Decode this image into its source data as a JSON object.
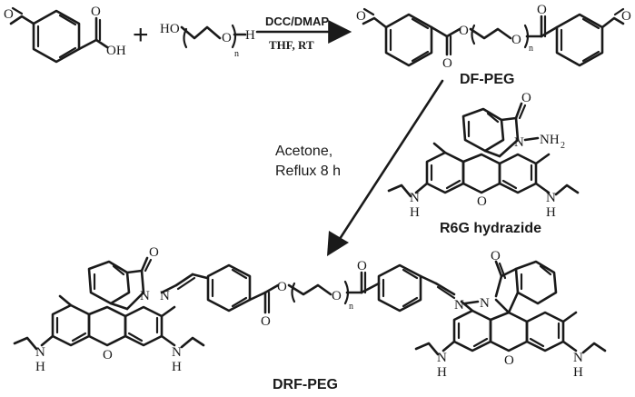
{
  "atoms": {
    "O": "O",
    "OH": "OH",
    "HO": "HO",
    "H": "H",
    "N": "N",
    "NH2_N": "N",
    "NH2": "NH",
    "NH2_sub": "2",
    "n": "n"
  },
  "symbols": {
    "plus": "+"
  },
  "reaction1": {
    "reagent": "DCC/DMAP",
    "solvent": "THF, RT"
  },
  "reaction2": {
    "line1": "Acetone,",
    "line2": "Reflux 8 h"
  },
  "labels": {
    "df_peg": "DF-PEG",
    "r6g": "R6G hydrazide",
    "drf_peg": "DRF-PEG"
  },
  "colors": {
    "ink": "#1a1a1a",
    "background": "#ffffff"
  }
}
